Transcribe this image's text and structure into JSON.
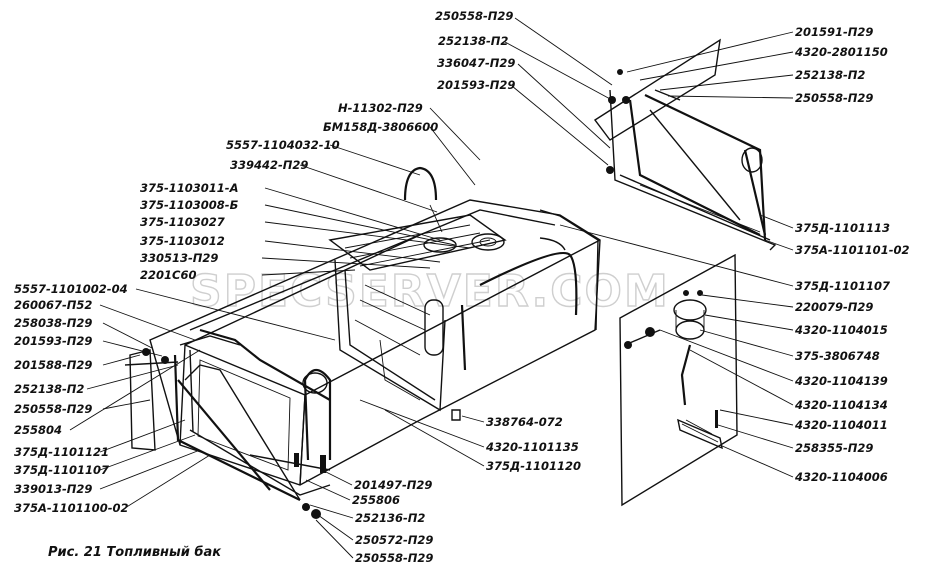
{
  "caption": "Рис. 21 Топливный бак",
  "watermark": "SPECSERVER.COM",
  "labels": {
    "top1": "250558-П29",
    "top2": "252138-П2",
    "top3": "336047-П29",
    "top4": "201593-П29",
    "rt1": "201591-П29",
    "rt2": "4320-2801150",
    "rt3": "252138-П2",
    "rt4": "250558-П29",
    "c1": "Н-11302-П29",
    "c2": "БМ158Д-3806600",
    "c3": "5557-1104032-10",
    "c4": "339442-П29",
    "l1": "375-1103011-А",
    "l2": "375-1103008-Б",
    "l3": "375-1103027",
    "l4": "375-1103012",
    "l5": "330513-П29",
    "l6": "2201С60",
    "l7": "5557-1101002-04",
    "l8": "260067-П52",
    "l9": "258038-П29",
    "l10": "201593-П29",
    "l11": "201588-П29",
    "l12": "252138-П2",
    "l13": "250558-П29",
    "l14": "255804",
    "l15": "375Д-1101121",
    "l16": "375Д-1101107",
    "l17": "339013-П29",
    "l18": "375А-1101100-02",
    "r1": "375Д-1101113",
    "r2": "375А-1101101-02",
    "r3": "375Д-1101107",
    "r4": "220079-П29",
    "r5": "4320-1104015",
    "r6": "375-3806748",
    "r7": "4320-1104139",
    "r8": "4320-1104134",
    "r9": "4320-1104011",
    "r10": "258355-П29",
    "r11": "4320-1104006",
    "m1": "338764-072",
    "m2": "4320-1101135",
    "m3": "375Д-1101120",
    "b1": "201497-П29",
    "b2": "255806",
    "b3": "252136-П2",
    "b4": "250572-П29",
    "b5": "250558-П29"
  }
}
